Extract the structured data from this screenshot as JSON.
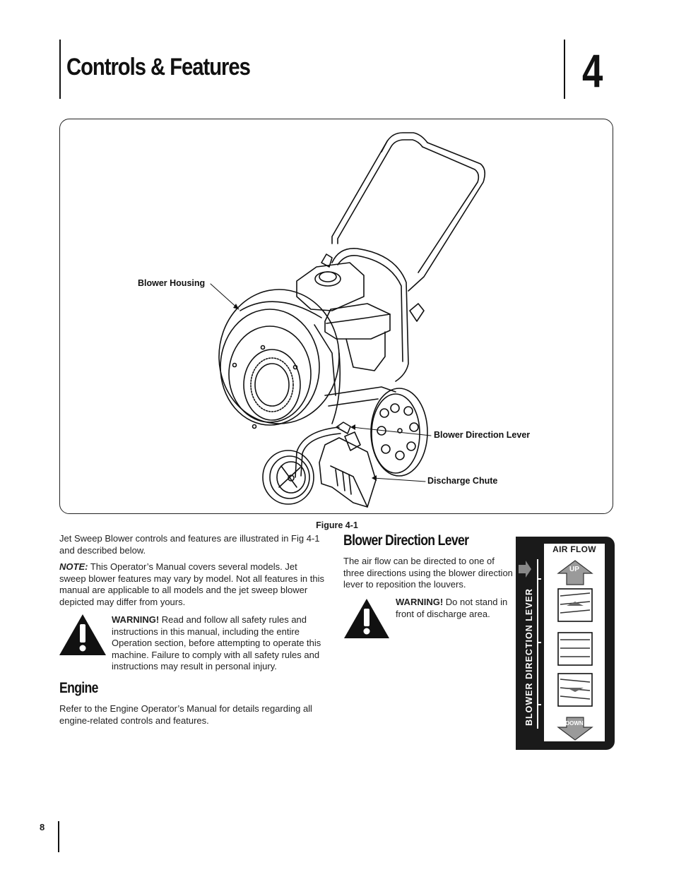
{
  "header": {
    "chapter_title": "Controls & Features",
    "chapter_number": "4"
  },
  "figure": {
    "callouts": {
      "blower_housing": "Blower Housing",
      "blower_direction_lever": "Blower Direction Lever",
      "discharge_chute": "Discharge Chute"
    },
    "caption": "Figure 4-1"
  },
  "intro": {
    "paragraph": "Jet Sweep Blower controls and features are illustrated in Fig 4-1 and described below.",
    "note_label": "NOTE:",
    "note_text": " This Operator’s Manual covers several models. Jet sweep blower features may vary by model. Not all features in this manual are applicable to all models and the jet sweep blower depicted may differ from yours."
  },
  "warning_main": {
    "label": "WARNING!",
    "text": " Read and follow all safety rules and instructions in this manual, including the entire Operation section, before attempting to operate this machine. Failure to comply with all safety rules and instructions may result in personal injury."
  },
  "engine": {
    "heading": "Engine",
    "text": "Refer to the Engine Operator’s Manual for details regarding all engine-related controls and features."
  },
  "lever": {
    "heading": "Blower Direction Lever",
    "text": "The air flow can be directed to one of three directions using the blower direction lever to reposition the louvers.",
    "warning_label": "WARNING!",
    "warning_text": " Do not stand in front of discharge area."
  },
  "decal": {
    "air_flow": "AIR FLOW",
    "up": "UP",
    "down": "DOWN",
    "vertical_label": "BLOWER DIRECTION LEVER"
  },
  "footer": {
    "page_number": "8"
  }
}
